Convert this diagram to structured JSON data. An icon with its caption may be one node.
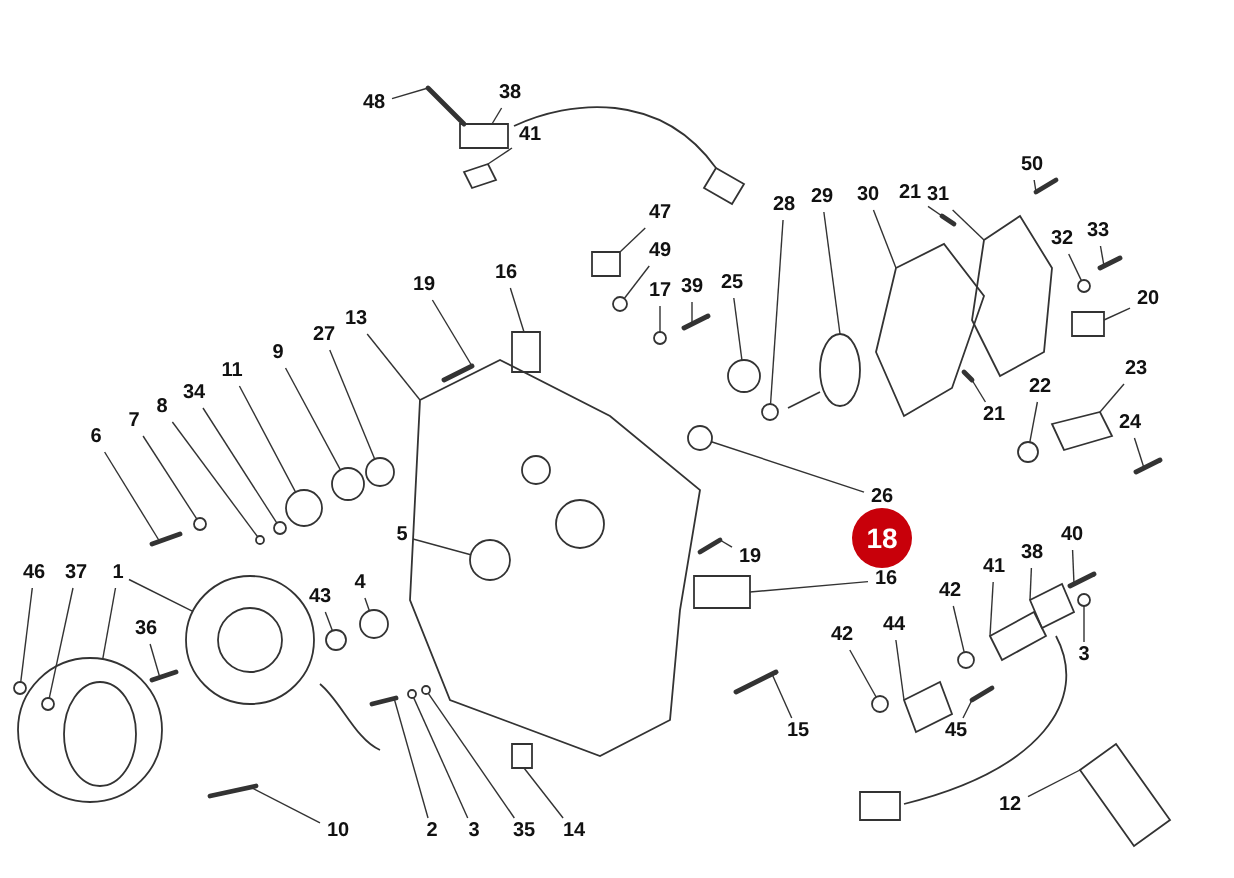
{
  "diagram": {
    "nodes": [
      {
        "text": [
          "48"
        ]
      },
      {
        "text": [
          "38"
        ]
      },
      {
        "text": [
          "41"
        ]
      },
      {
        "text": [
          "47"
        ]
      },
      {
        "text": [
          "49"
        ]
      },
      {
        "text": [
          "17"
        ]
      },
      {
        "text": [
          "39"
        ]
      },
      {
        "text": [
          "16"
        ]
      },
      {
        "text": [
          "19"
        ]
      },
      {
        "text": [
          "28"
        ]
      },
      {
        "text": [
          "25"
        ]
      },
      {
        "text": [
          "29"
        ]
      },
      {
        "text": [
          "30"
        ]
      },
      {
        "text": [
          "21"
        ]
      },
      {
        "text": [
          "31"
        ]
      },
      {
        "text": [
          "50"
        ]
      },
      {
        "text": [
          "32"
        ]
      },
      {
        "text": [
          "33"
        ]
      },
      {
        "text": [
          "20"
        ]
      },
      {
        "text": [
          "13"
        ]
      },
      {
        "text": [
          "27"
        ]
      },
      {
        "text": [
          "9"
        ]
      },
      {
        "text": [
          "11"
        ]
      },
      {
        "text": [
          "34"
        ]
      },
      {
        "text": [
          "8"
        ]
      },
      {
        "text": [
          "7"
        ]
      },
      {
        "text": [
          "6"
        ]
      },
      {
        "text": [
          "22"
        ]
      },
      {
        "text": [
          "23"
        ]
      },
      {
        "text": [
          "24"
        ]
      },
      {
        "text": [
          "21"
        ]
      },
      {
        "text": [
          "26"
        ]
      },
      {
        "text": [
          "18"
        ]
      },
      {
        "text": [
          "16"
        ]
      },
      {
        "text": [
          "19"
        ]
      },
      {
        "text": [
          "5"
        ]
      },
      {
        "text": [
          "46"
        ]
      },
      {
        "text": [
          "37"
        ]
      },
      {
        "text": [
          "1"
        ]
      },
      {
        "text": [
          "43"
        ]
      },
      {
        "text": [
          "4"
        ]
      },
      {
        "text": [
          "36"
        ]
      },
      {
        "text": [
          "42"
        ]
      },
      {
        "text": [
          "44"
        ]
      },
      {
        "text": [
          "42"
        ]
      },
      {
        "text": [
          "41"
        ]
      },
      {
        "text": [
          "38"
        ]
      },
      {
        "text": [
          "40"
        ]
      },
      {
        "text": [
          "3"
        ]
      },
      {
        "text": [
          "45"
        ]
      },
      {
        "text": [
          "12"
        ]
      },
      {
        "text": [
          "15"
        ]
      },
      {
        "text": [
          "14"
        ]
      },
      {
        "text": [
          "35"
        ]
      },
      {
        "text": [
          "3"
        ]
      },
      {
        "text": [
          "2"
        ]
      },
      {
        "text": [
          "10"
        ]
      },
      {
        "text": [],
        "shape": "bar"
      },
      {
        "text": [],
        "shape": "box"
      },
      {
        "text": [],
        "shape": "box"
      },
      {
        "text": [],
        "shape": "box"
      },
      {
        "text": [],
        "shape": "circle"
      },
      {
        "text": [],
        "shape": "circle"
      },
      {
        "text": [],
        "shape": "bar"
      },
      {
        "text": [],
        "shape": "box"
      },
      {
        "text": [],
        "shape": "bar"
      },
      {
        "text": [],
        "shape": "circle"
      },
      {
        "text": [],
        "shape": "circle"
      },
      {
        "text": [],
        "shape": "ellipse"
      },
      {
        "text": [],
        "shape": "box"
      },
      {
        "text": [],
        "shape": "bar"
      },
      {
        "text": [],
        "shape": "box"
      },
      {
        "text": [],
        "shape": "bar"
      },
      {
        "text": [],
        "shape": "circle"
      },
      {
        "text": [],
        "shape": "bar"
      },
      {
        "text": [],
        "shape": "box"
      },
      {
        "text": [],
        "shape": "box"
      },
      {
        "text": [],
        "shape": "circle"
      },
      {
        "text": [],
        "shape": "circle"
      },
      {
        "text": [],
        "shape": "circle"
      },
      {
        "text": [],
        "shape": "circle"
      },
      {
        "text": [],
        "shape": "circle"
      },
      {
        "text": [],
        "shape": "circle"
      },
      {
        "text": [],
        "shape": "bar"
      },
      {
        "text": [],
        "shape": "circle"
      },
      {
        "text": [],
        "shape": "box"
      },
      {
        "text": [],
        "shape": "bar"
      },
      {
        "text": [],
        "shape": "bar"
      },
      {
        "text": [],
        "shape": "circle"
      },
      {
        "text": [],
        "shape": "box"
      },
      {
        "text": [],
        "shape": "bar"
      },
      {
        "text": [],
        "shape": "circle",
        "in": 76
      },
      {
        "text": [],
        "shape": "circle"
      },
      {
        "text": [],
        "shape": "circle"
      },
      {
        "text": [],
        "shape": "circle",
        "in": 93
      },
      {
        "text": [],
        "shape": "circle"
      },
      {
        "text": [],
        "shape": "circle"
      },
      {
        "text": [],
        "shape": "circle"
      },
      {
        "text": [],
        "shape": "bar"
      },
      {
        "text": [],
        "shape": "circle"
      },
      {
        "text": [],
        "shape": "box"
      },
      {
        "text": [],
        "shape": "circle"
      },
      {
        "text": [],
        "shape": "box"
      },
      {
        "text": [],
        "shape": "box"
      },
      {
        "text": [],
        "shape": "bar"
      },
      {
        "text": [],
        "shape": "circle"
      },
      {
        "text": [],
        "shape": "bar"
      },
      {
        "text": [],
        "shape": "box"
      },
      {
        "text": [],
        "shape": "bar"
      },
      {
        "text": [],
        "shape": "box"
      },
      {
        "text": [],
        "shape": "circle"
      },
      {
        "text": [],
        "shape": "circle"
      },
      {
        "text": [],
        "shape": "bar"
      },
      {
        "text": [],
        "shape": "bar"
      }
    ],
    "edges": [
      {
        "from": 0,
        "to": 57,
        "arrow": "none"
      },
      {
        "from": 1,
        "to": 58,
        "arrow": "none"
      },
      {
        "from": 2,
        "to": 59,
        "arrow": "none"
      },
      {
        "from": 3,
        "to": 60,
        "arrow": "none"
      },
      {
        "from": 4,
        "to": 61,
        "arrow": "none"
      },
      {
        "from": 5,
        "to": 62,
        "arrow": "none"
      },
      {
        "from": 6,
        "to": 63,
        "arrow": "none"
      },
      {
        "from": 7,
        "to": 64,
        "arrow": "none"
      },
      {
        "from": 8,
        "to": 65,
        "arrow": "none"
      },
      {
        "from": 9,
        "to": 66,
        "arrow": "none"
      },
      {
        "from": 10,
        "to": 67,
        "arrow": "none"
      },
      {
        "from": 11,
        "to": 68,
        "arrow": "none"
      },
      {
        "from": 12,
        "to": 69,
        "arrow": "none"
      },
      {
        "from": 13,
        "to": 70,
        "arrow": "none"
      },
      {
        "from": 14,
        "to": 71,
        "arrow": "none"
      },
      {
        "from": 15,
        "to": 72,
        "arrow": "none"
      },
      {
        "from": 16,
        "to": 73,
        "arrow": "none"
      },
      {
        "from": 17,
        "to": 74,
        "arrow": "none"
      },
      {
        "from": 18,
        "to": 75,
        "arrow": "none"
      },
      {
        "from": 19,
        "to": 76,
        "arrow": "none"
      },
      {
        "from": 20,
        "to": 77,
        "arrow": "none"
      },
      {
        "from": 21,
        "to": 78,
        "arrow": "none"
      },
      {
        "from": 22,
        "to": 79,
        "arrow": "none"
      },
      {
        "from": 23,
        "to": 80,
        "arrow": "none"
      },
      {
        "from": 24,
        "to": 81,
        "arrow": "none"
      },
      {
        "from": 25,
        "to": 82,
        "arrow": "none"
      },
      {
        "from": 26,
        "to": 83,
        "arrow": "none"
      },
      {
        "from": 27,
        "to": 84,
        "arrow": "none"
      },
      {
        "from": 28,
        "to": 85,
        "arrow": "none"
      },
      {
        "from": 29,
        "to": 86,
        "arrow": "none"
      },
      {
        "from": 30,
        "to": 87,
        "arrow": "none"
      },
      {
        "from": 31,
        "to": 88,
        "arrow": "none"
      },
      {
        "from": 33,
        "to": 89,
        "arrow": "none"
      },
      {
        "from": 34,
        "to": 90,
        "arrow": "none"
      },
      {
        "from": 35,
        "to": 91,
        "arrow": "none"
      },
      {
        "from": 36,
        "to": 92,
        "arrow": "none"
      },
      {
        "from": 37,
        "to": 94,
        "arrow": "none"
      },
      {
        "from": 38,
        "to": 93,
        "arrow": "none"
      },
      {
        "from": 38,
        "to": 95,
        "arrow": "none"
      },
      {
        "from": 39,
        "to": 96,
        "arrow": "none"
      },
      {
        "from": 40,
        "to": 97,
        "arrow": "none"
      },
      {
        "from": 41,
        "to": 98,
        "arrow": "none"
      },
      {
        "from": 42,
        "to": 99,
        "arrow": "none"
      },
      {
        "from": 43,
        "to": 100,
        "arrow": "none"
      },
      {
        "from": 44,
        "to": 101,
        "arrow": "none"
      },
      {
        "from": 45,
        "to": 102,
        "arrow": "none"
      },
      {
        "from": 46,
        "to": 103,
        "arrow": "none"
      },
      {
        "from": 47,
        "to": 104,
        "arrow": "none"
      },
      {
        "from": 48,
        "to": 105,
        "arrow": "none"
      },
      {
        "from": 49,
        "to": 106,
        "arrow": "none"
      },
      {
        "from": 50,
        "to": 107,
        "arrow": "none"
      },
      {
        "from": 51,
        "to": 108,
        "arrow": "none"
      },
      {
        "from": 52,
        "to": 109,
        "arrow": "none"
      },
      {
        "from": 53,
        "to": 110,
        "arrow": "none"
      },
      {
        "from": 54,
        "to": 111,
        "arrow": "none"
      },
      {
        "from": 55,
        "to": 112,
        "arrow": "none"
      },
      {
        "from": 56,
        "to": 113,
        "arrow": "none"
      }
    ]
  }
}
